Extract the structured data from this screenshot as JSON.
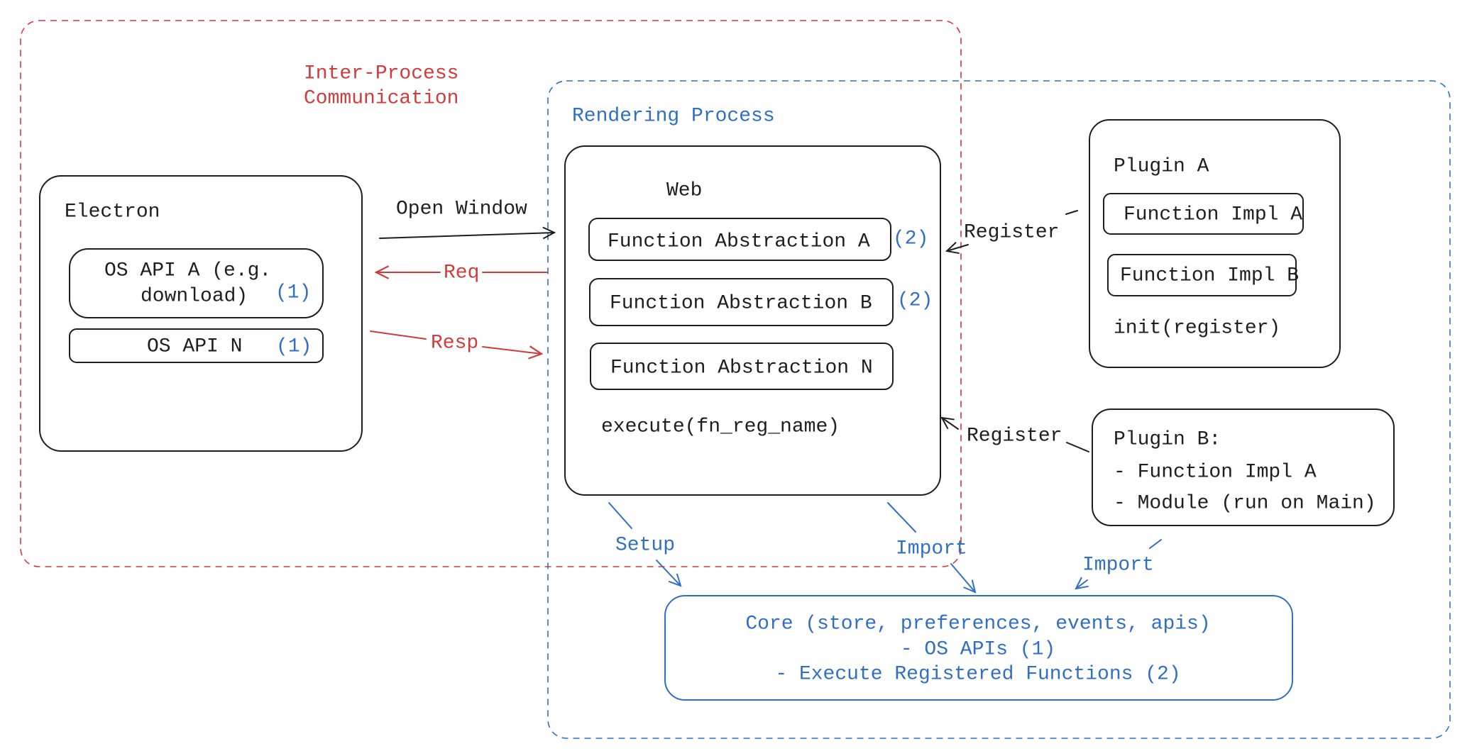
{
  "colors": {
    "ink": "#1e1e1e",
    "ipc": "#d13b3b",
    "render": "#2f6fc4"
  },
  "groups": {
    "ipc": {
      "label_line1": "Inter-Process",
      "label_line2": "Communication"
    },
    "rendering": {
      "label": "Rendering Process"
    }
  },
  "electron": {
    "title": "Electron",
    "os_api_a": {
      "line1": "OS API A (e.g.",
      "line2": "download)",
      "tag": "(1)"
    },
    "os_api_n": {
      "label": "OS API N",
      "tag": "(1)"
    }
  },
  "web": {
    "title": "Web",
    "functions": [
      {
        "label": "Function Abstraction A",
        "tag": "(2)"
      },
      {
        "label": "Function Abstraction B",
        "tag": "(2)"
      },
      {
        "label": "Function Abstraction N",
        "tag": ""
      }
    ],
    "execute": "execute(fn_reg_name)"
  },
  "plugin_a": {
    "title": "Plugin A",
    "impl_a": "Function Impl A",
    "impl_b": "Function Impl B",
    "init": "init(register)"
  },
  "plugin_b": {
    "title": "Plugin B:",
    "line1": "- Function Impl A",
    "line2": "- Module (run on Main)"
  },
  "core": {
    "line1": "Core (store, preferences, events, apis)",
    "line2": "- OS APIs (1)",
    "line3": "- Execute Registered Functions (2)"
  },
  "edges": {
    "open_window": "Open Window",
    "req": "Req",
    "resp": "Resp",
    "register_a": "Register",
    "register_b": "Register",
    "setup": "Setup",
    "import_web": "Import",
    "import_plugin": "Import"
  }
}
